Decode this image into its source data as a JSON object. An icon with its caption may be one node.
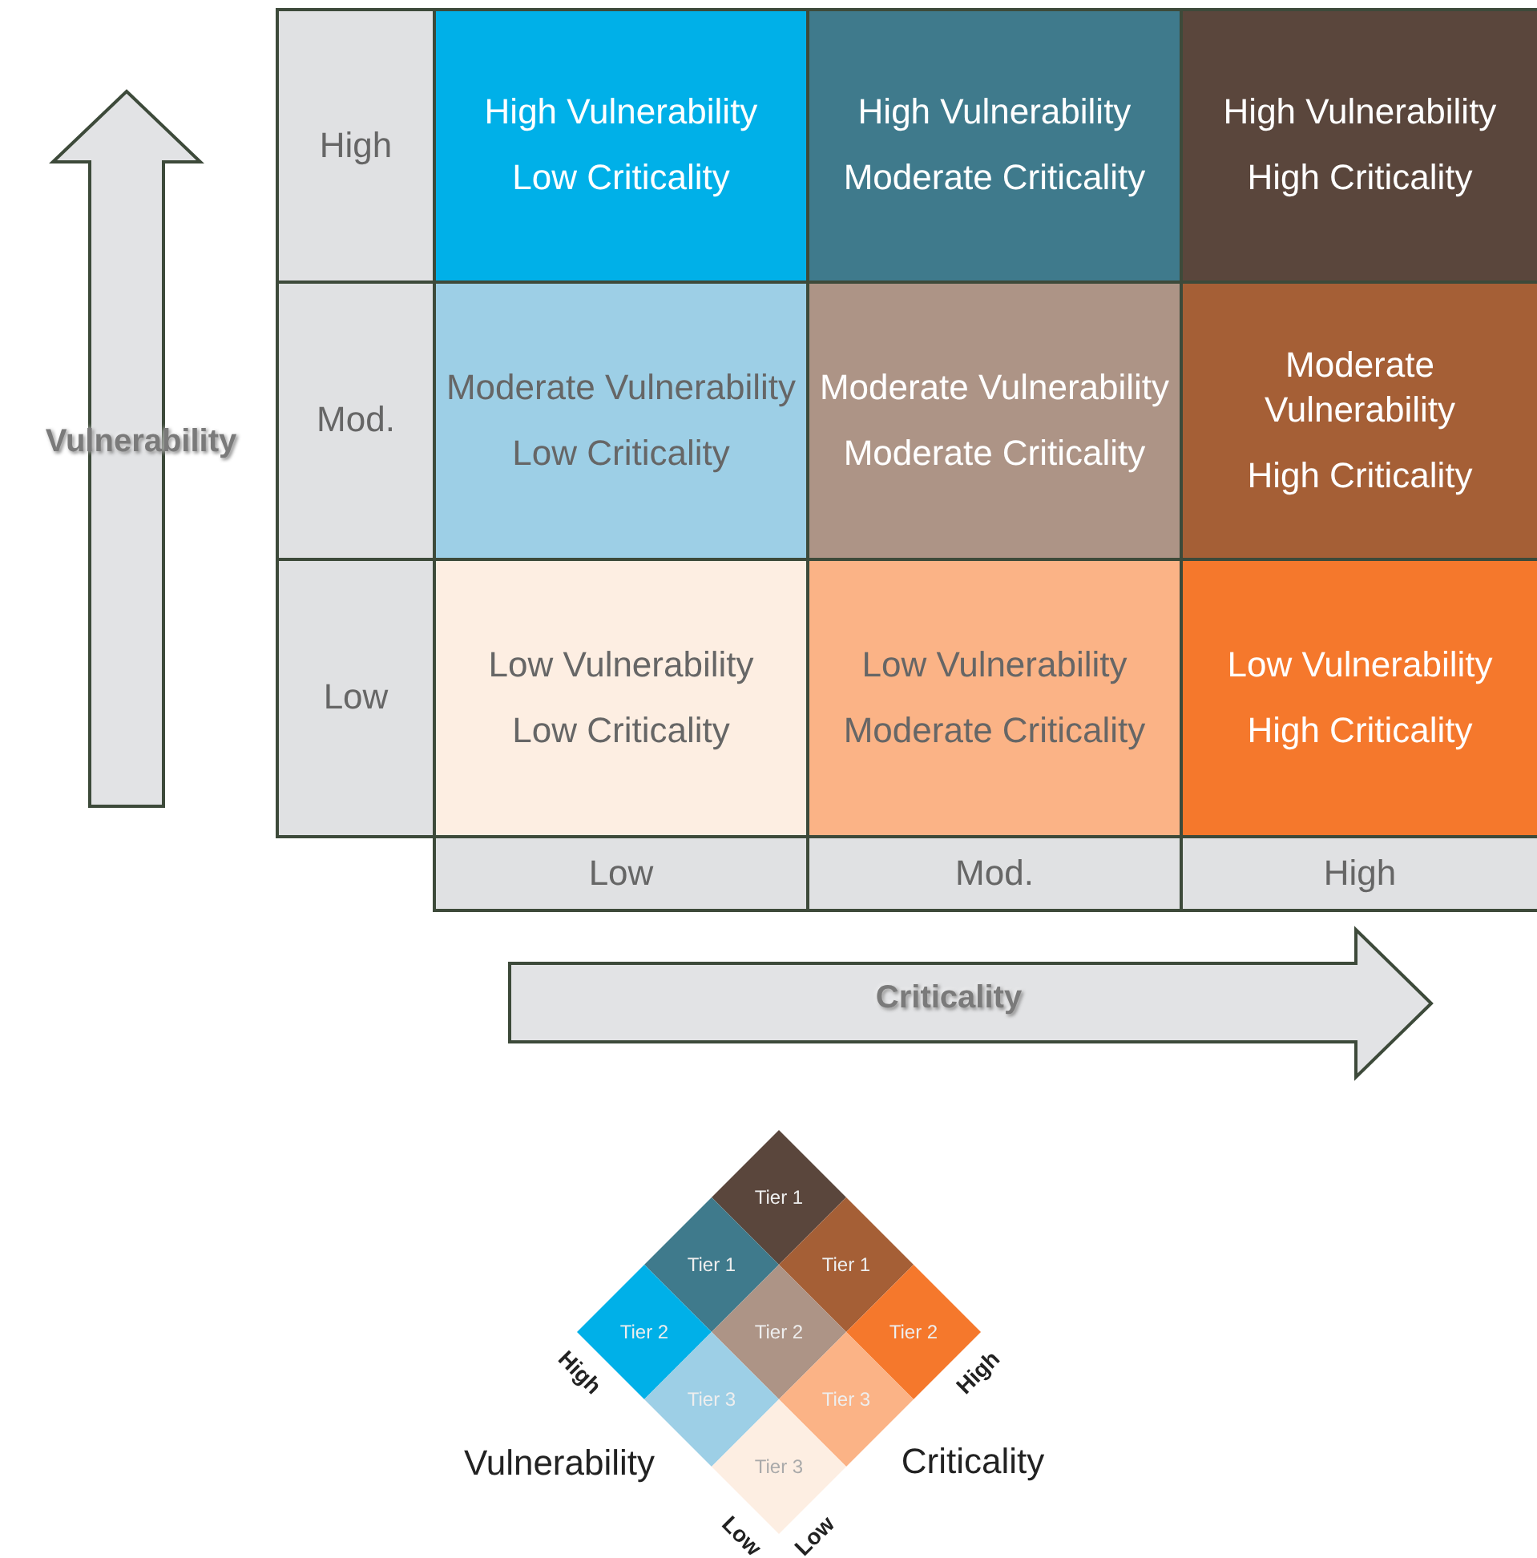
{
  "diagram": {
    "nodes": [
      {
        "text": [
          "High"
        ]
      },
      {
        "text": [
          "High Vulnerability",
          "Low Criticality"
        ]
      },
      {
        "text": [
          "High Vulnerability",
          "Moderate Criticality"
        ]
      },
      {
        "text": [
          "High Vulnerability",
          "High Criticality"
        ]
      },
      {
        "text": [
          "Mod."
        ]
      },
      {
        "text": [
          "Moderate Vulnerability",
          "Low Criticality"
        ]
      },
      {
        "text": [
          "Moderate Vulnerability",
          "Moderate Criticality"
        ]
      },
      {
        "text": [
          "Moderate Vulnerability",
          "High Criticality"
        ]
      },
      {
        "text": [
          "Low"
        ]
      },
      {
        "text": [
          "Low Vulnerability",
          "Low Criticality"
        ]
      },
      {
        "text": [
          "Low Vulnerability",
          "Moderate Criticality"
        ]
      },
      {
        "text": [
          "Low Vulnerability",
          "High Criticality"
        ]
      },
      {
        "text": [
          "Low"
        ]
      },
      {
        "text": [
          "Mod."
        ]
      },
      {
        "text": [
          "High"
        ]
      },
      {
        "text": [
          "Tier 1"
        ]
      },
      {
        "text": [
          "Tier 1"
        ]
      },
      {
        "text": [
          "Tier 1"
        ]
      },
      {
        "text": [
          "Tier 2"
        ]
      },
      {
        "text": [
          "Tier 2"
        ]
      },
      {
        "text": [
          "Tier 2"
        ]
      },
      {
        "text": [
          "Tier 3"
        ]
      },
      {
        "text": [
          "Tier 3"
        ]
      },
      {
        "text": [
          "Tier 3"
        ]
      }
    ],
    "edges": [],
    "labels": [
      "Vulnerability",
      "Criticality",
      "High",
      "High",
      "Vulnerability",
      "Criticality",
      "Low",
      "Low"
    ]
  }
}
